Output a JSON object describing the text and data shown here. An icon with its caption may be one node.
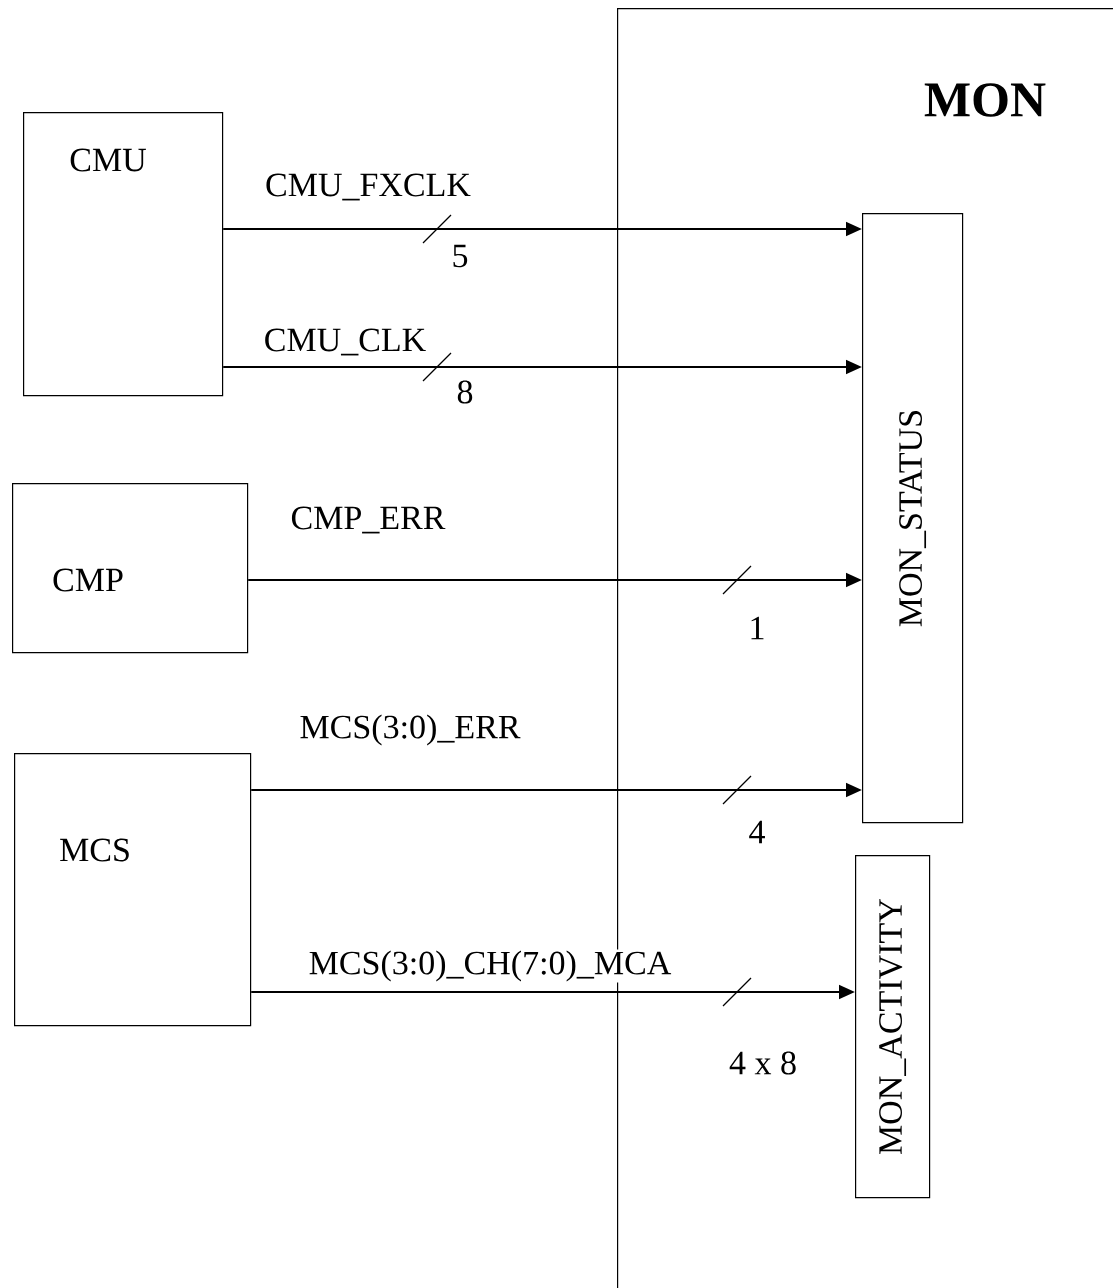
{
  "diagram": {
    "nodes": [
      {
        "text": [
          "MON"
        ]
      },
      {
        "text": [
          "CMU"
        ]
      },
      {
        "text": [
          "CMP"
        ]
      },
      {
        "text": [
          "MCS"
        ]
      },
      {
        "text": [
          "MON_STATUS"
        ],
        "in": 0
      },
      {
        "text": [
          "MON_ACTIVITY"
        ],
        "in": 0
      }
    ],
    "edges": [
      {
        "from": 1,
        "to": 4,
        "arrow": "to",
        "label": "CMU_FXCLK"
      },
      {
        "from": 1,
        "to": 4,
        "arrow": "to",
        "label": "CMU_CLK"
      },
      {
        "from": 2,
        "to": 4,
        "arrow": "to",
        "label": "CMP_ERR"
      },
      {
        "from": 3,
        "to": 4,
        "arrow": "to",
        "label": "MCS(3:0)_ERR"
      },
      {
        "from": 3,
        "to": 5,
        "arrow": "to",
        "label": "MCS(3:0)_CH(7:0)_MCA"
      }
    ],
    "labels": [
      "5",
      "8",
      "1",
      "4",
      "4 x 8"
    ]
  }
}
